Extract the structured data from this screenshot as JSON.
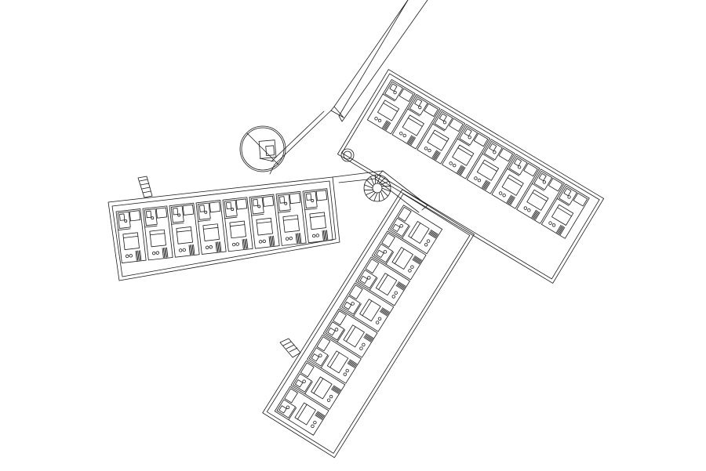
{
  "drawing": {
    "type": "architectural-floor-plan",
    "line_color": "#1a1a1a",
    "background_color": "#ffffff",
    "wings": [
      {
        "name": "west-wing",
        "units": 8
      },
      {
        "name": "east-wing",
        "units": 8
      },
      {
        "name": "south-wing",
        "units": 8
      }
    ],
    "features": [
      "circular-tower",
      "spiral-stair",
      "round-column",
      "exterior-stair-west",
      "exterior-stair-south",
      "access-path"
    ]
  }
}
